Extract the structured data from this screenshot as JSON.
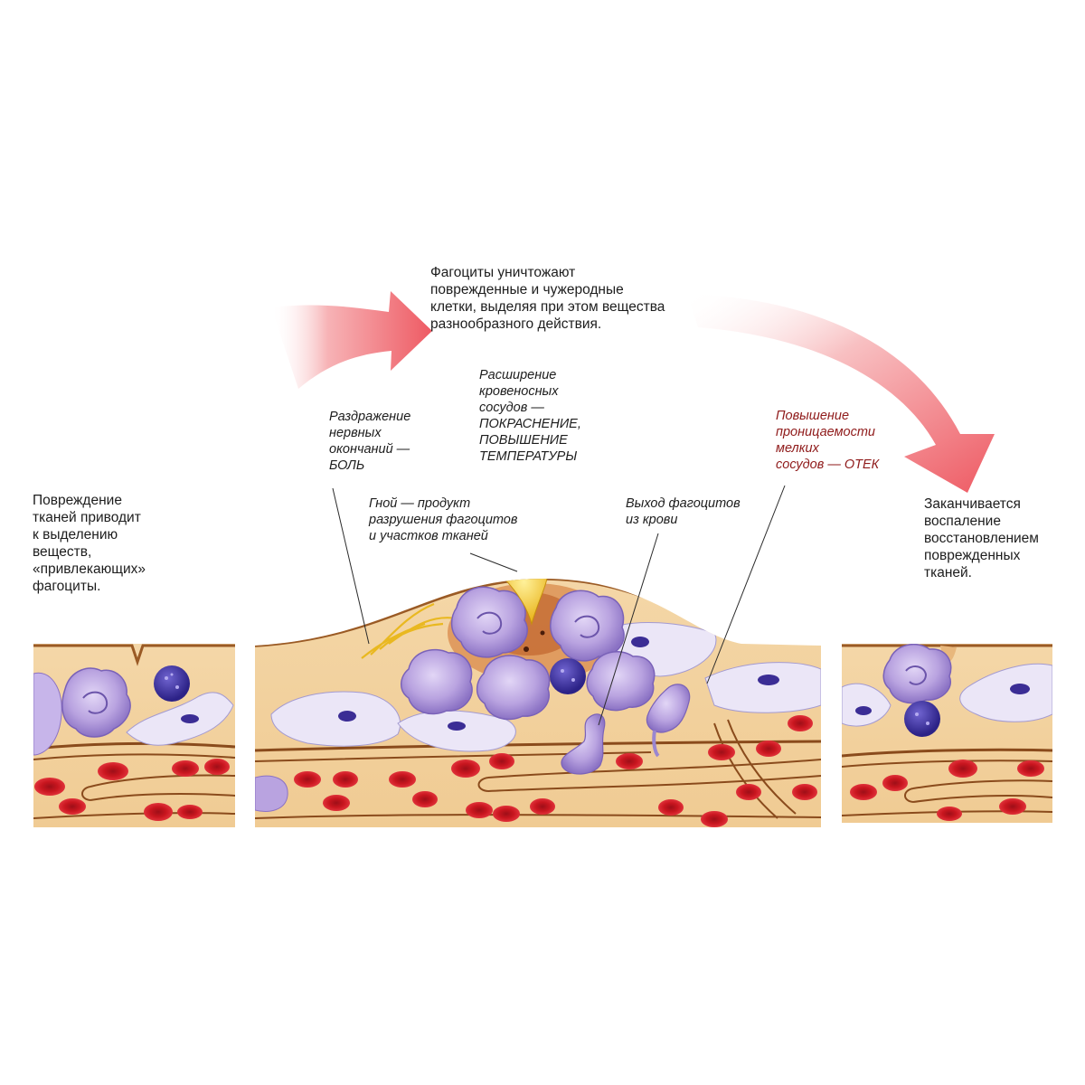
{
  "captions": {
    "damage": "Повреждение\nтканей приводит\nк выделению\nвеществ,\n«привлекающих»\nфагоциты.",
    "phagocytes": "Фагоциты уничтожают\nповрежденные и чужеродные\nклетки, выделяя при этом вещества\nразнообразного действия.",
    "end": "Заканчивается\nвоспаление\nвосстановлением\nповрежденных\nтканей."
  },
  "labels": {
    "nerves": "Раздражение\nнервных\nокончаний —\nБОЛЬ",
    "vessels": "Расширение\nкровеносных\nсосудов —\nПОКРАСНЕНИЕ,\nПОВЫШЕНИЕ\nТЕМПЕРАТУРЫ",
    "pus": "Гной — продукт\nразрушения фагоцитов\nи участков тканей",
    "exit": "Выход фагоцитов\nиз крови",
    "permeability": "Повышение\nпроницаемости\nмелких\nсосудов — ОТЕК"
  },
  "colors": {
    "tissue": "#f2d3a2",
    "tissue_dark": "#e8b77c",
    "vessel_wall": "#8a4b1c",
    "blood_cell": "#d21f2a",
    "phagocyte": "#b9a3e0",
    "lymphocyte": "#3b2d95",
    "fibroblast": "#e9e4f6",
    "pus": "#f2c21d",
    "arrow": "#ee5a63",
    "label_red": "#8f1a1a"
  }
}
